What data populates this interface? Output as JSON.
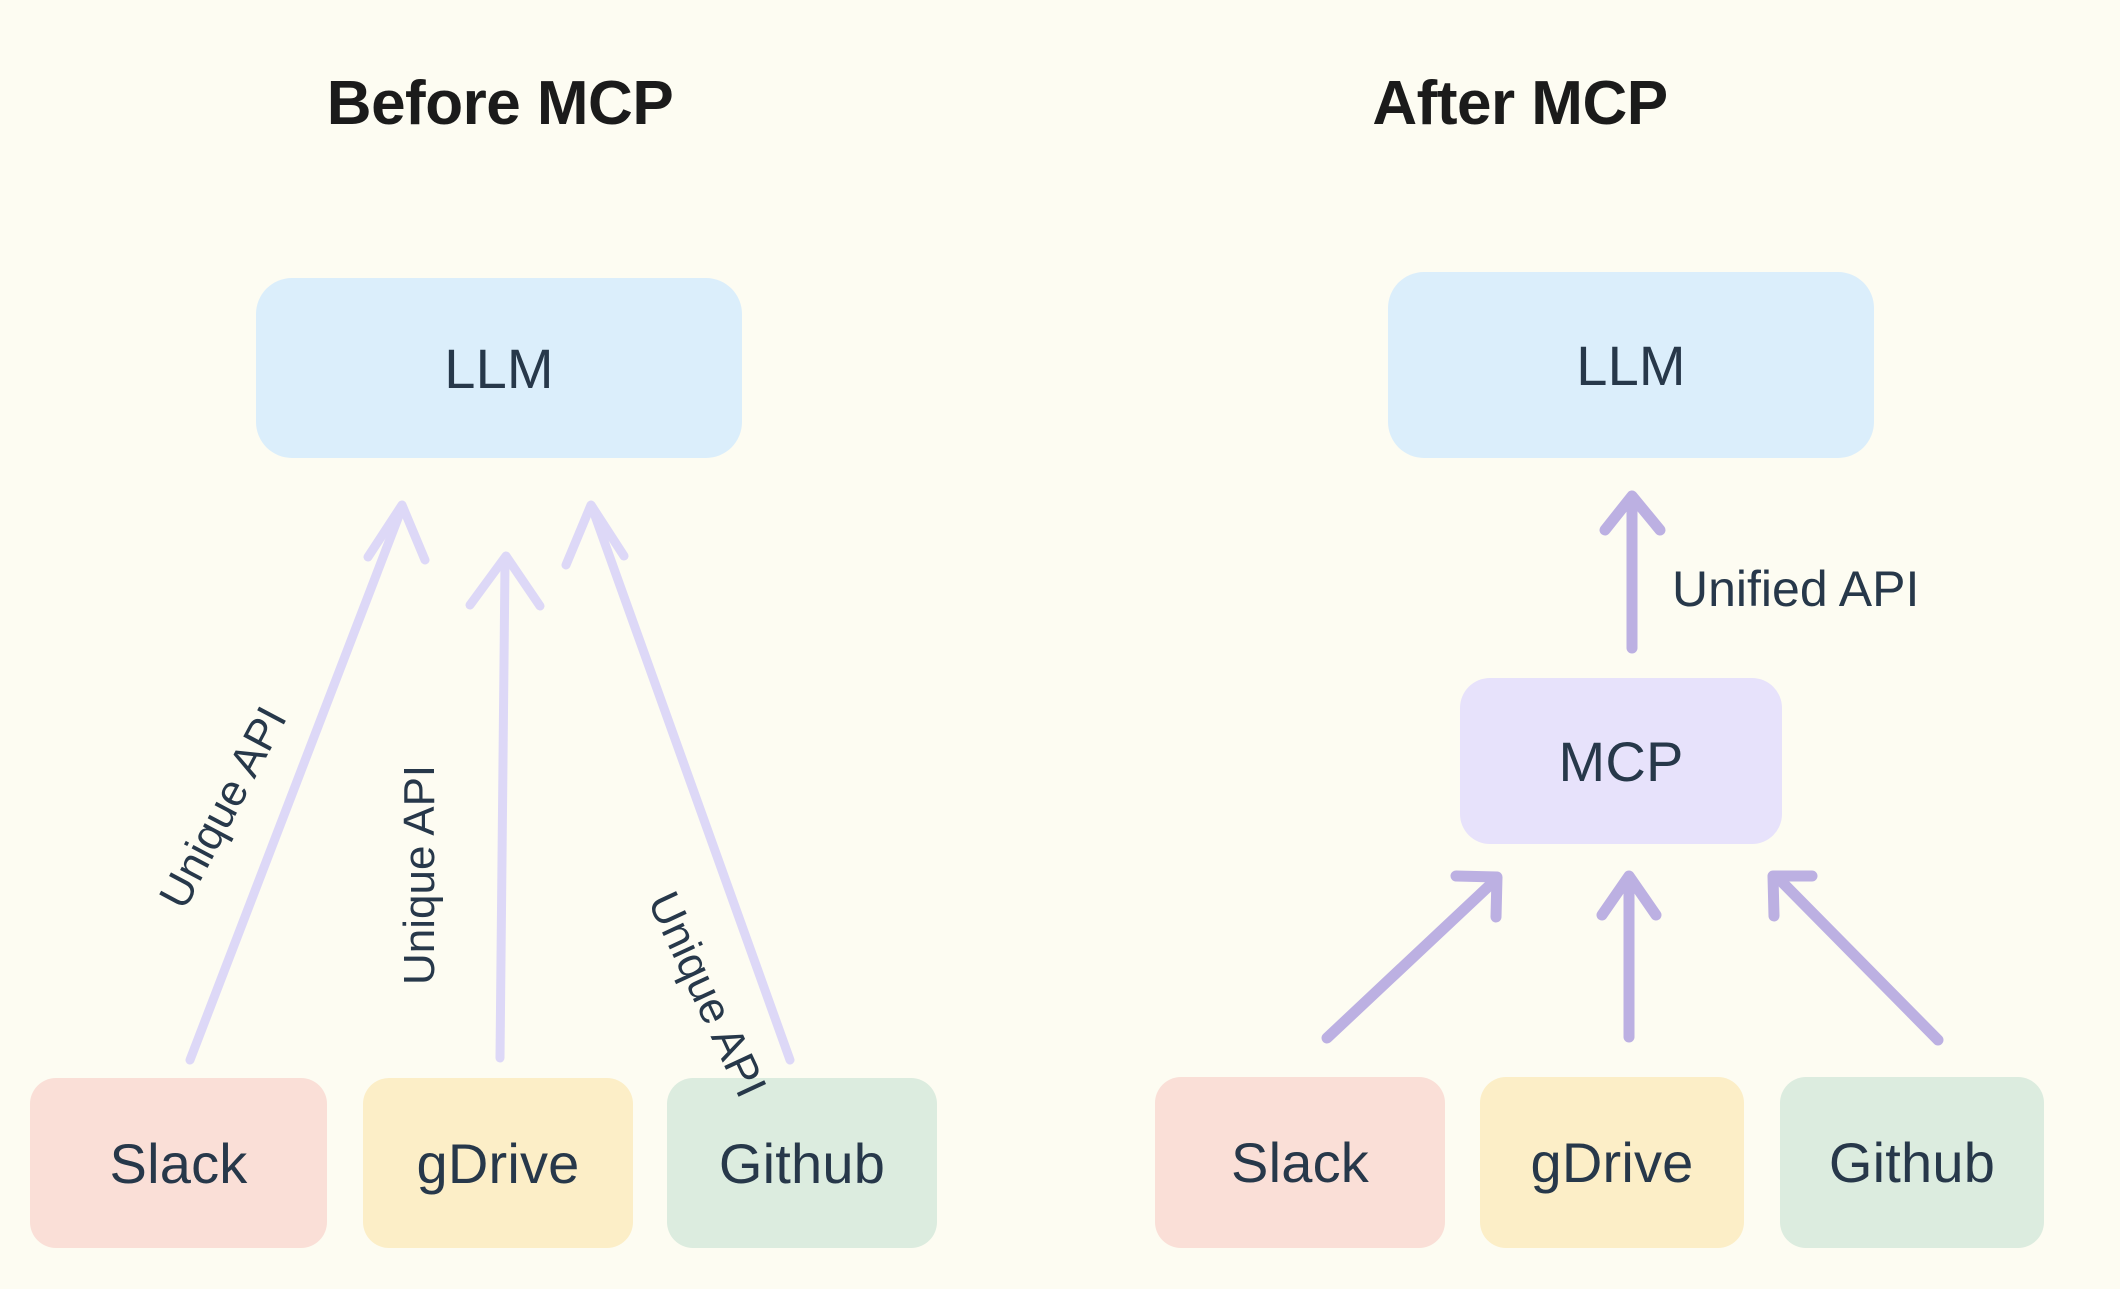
{
  "background_color": "#fdfcf2",
  "panels": [
    {
      "id": "before",
      "title": "Before MCP",
      "llm_label": "LLM",
      "sources": [
        {
          "label": "Slack",
          "color": "#fadfd7"
        },
        {
          "label": "gDrive",
          "color": "#fceec7"
        },
        {
          "label": "Github",
          "color": "#dcecdf"
        }
      ],
      "edge_labels": [
        "Unique API",
        "Unique API",
        "Unique API"
      ]
    },
    {
      "id": "after",
      "title": "After MCP",
      "llm_label": "LLM",
      "hub_label": "MCP",
      "sources": [
        {
          "label": "Slack",
          "color": "#fadfd7"
        },
        {
          "label": "gDrive",
          "color": "#fceec7"
        },
        {
          "label": "Github",
          "color": "#dcecdf"
        }
      ],
      "edge_labels": [
        "Unified API"
      ]
    }
  ],
  "colors": {
    "llm_box": "#dbeefb",
    "mcp_box": "#e7e2fb",
    "slack_box": "#fadfd7",
    "gdrive_box": "#fceec7",
    "github_box": "#dcecdf",
    "arrow_left": "#ddd8f7",
    "arrow_right": "#bcb0e2",
    "text_dark": "#27384a",
    "title_dark": "#1b1b1b"
  },
  "chart_data": {
    "type": "diagram",
    "title": "MCP architecture comparison",
    "nodes": [
      {
        "id": "llm-left",
        "label": "LLM",
        "panel": "before",
        "kind": "model"
      },
      {
        "id": "slack-l",
        "label": "Slack",
        "panel": "before",
        "kind": "source"
      },
      {
        "id": "gdrive-l",
        "label": "gDrive",
        "panel": "before",
        "kind": "source"
      },
      {
        "id": "github-l",
        "label": "Github",
        "panel": "before",
        "kind": "source"
      },
      {
        "id": "llm-right",
        "label": "LLM",
        "panel": "after",
        "kind": "model"
      },
      {
        "id": "mcp",
        "label": "MCP",
        "panel": "after",
        "kind": "hub"
      },
      {
        "id": "slack-r",
        "label": "Slack",
        "panel": "after",
        "kind": "source"
      },
      {
        "id": "gdrive-r",
        "label": "gDrive",
        "panel": "after",
        "kind": "source"
      },
      {
        "id": "github-r",
        "label": "Github",
        "panel": "after",
        "kind": "source"
      }
    ],
    "edges": [
      {
        "from": "slack-l",
        "to": "llm-left",
        "label": "Unique API"
      },
      {
        "from": "gdrive-l",
        "to": "llm-left",
        "label": "Unique API"
      },
      {
        "from": "github-l",
        "to": "llm-left",
        "label": "Unique API"
      },
      {
        "from": "slack-r",
        "to": "mcp",
        "label": ""
      },
      {
        "from": "gdrive-r",
        "to": "mcp",
        "label": ""
      },
      {
        "from": "github-r",
        "to": "mcp",
        "label": ""
      },
      {
        "from": "mcp",
        "to": "llm-right",
        "label": "Unified API"
      }
    ]
  }
}
